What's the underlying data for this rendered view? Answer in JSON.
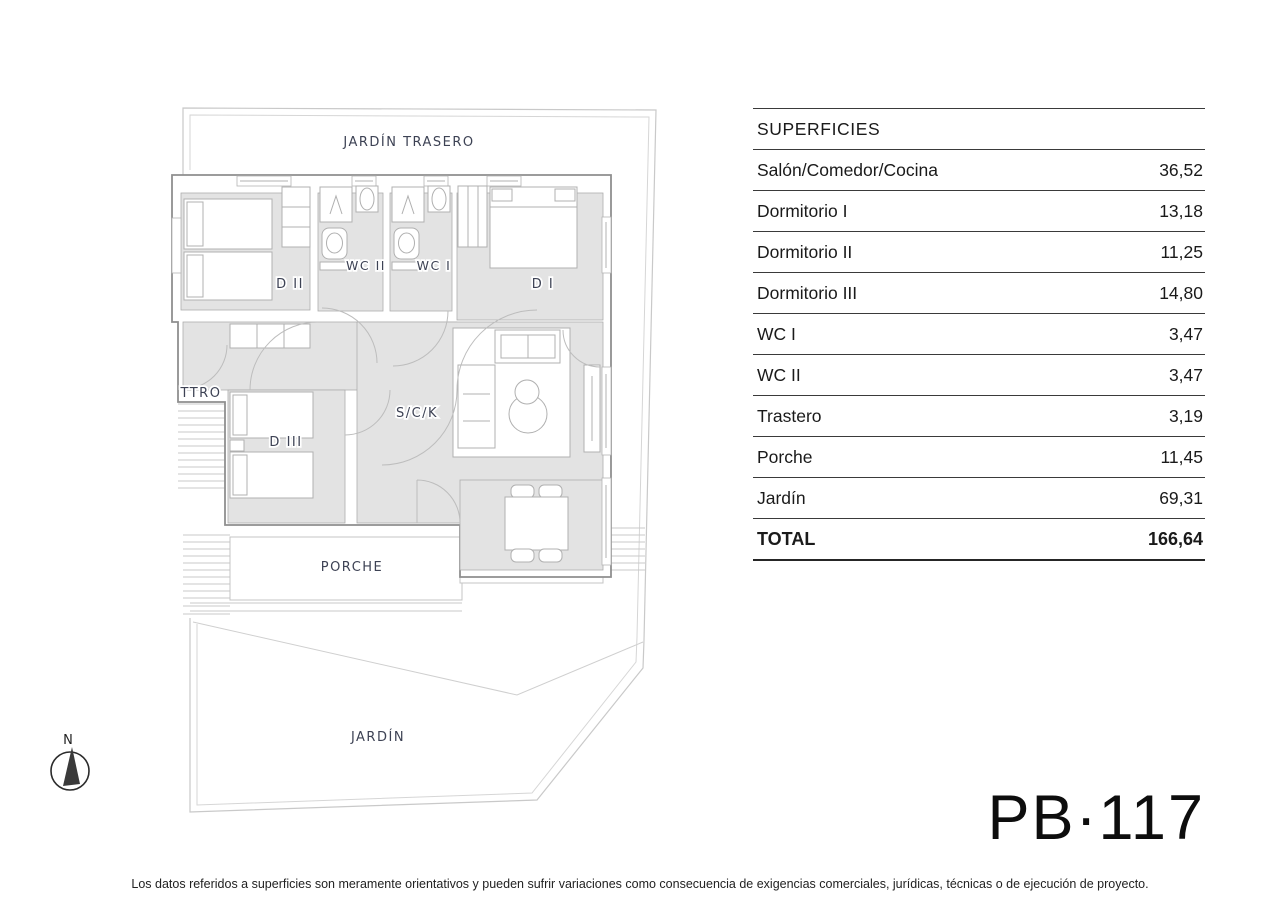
{
  "plan": {
    "labels": {
      "jardin_trasero": "JARDÍN TRASERO",
      "d2": "D II",
      "wc2": "WC II",
      "wc1": "WC I",
      "d1": "D I",
      "ttro": "TTRO",
      "d3": "D III",
      "sck": "S/C/K",
      "porche": "PORCHE",
      "jardin": "JARDÍN",
      "north": "N"
    },
    "colors": {
      "room_fill": "#e3e3e3",
      "wall_line": "#8f8f8f",
      "plot_line": "#c9c9c9",
      "label_color": "#3d4254"
    }
  },
  "superficies": {
    "title": "SUPERFICIES",
    "rows": [
      {
        "label": "Salón/Comedor/Cocina",
        "value": "36,52"
      },
      {
        "label": "Dormitorio I",
        "value": "13,18"
      },
      {
        "label": "Dormitorio II",
        "value": "11,25"
      },
      {
        "label": "Dormitorio III",
        "value": "14,80"
      },
      {
        "label": "WC I",
        "value": "3,47"
      },
      {
        "label": "WC II",
        "value": "3,47"
      },
      {
        "label": "Trastero",
        "value": "3,19"
      },
      {
        "label": "Porche",
        "value": "11,45"
      },
      {
        "label": "Jardín",
        "value": "69,31"
      }
    ],
    "total": {
      "label": "TOTAL",
      "value": "166,64"
    }
  },
  "plan_code": "PB·117",
  "disclaimer": "Los datos referidos a superficies son meramente orientativos y pueden sufrir variaciones como consecuencia de exigencias comerciales, jurídicas, técnicas o de ejecución de proyecto."
}
